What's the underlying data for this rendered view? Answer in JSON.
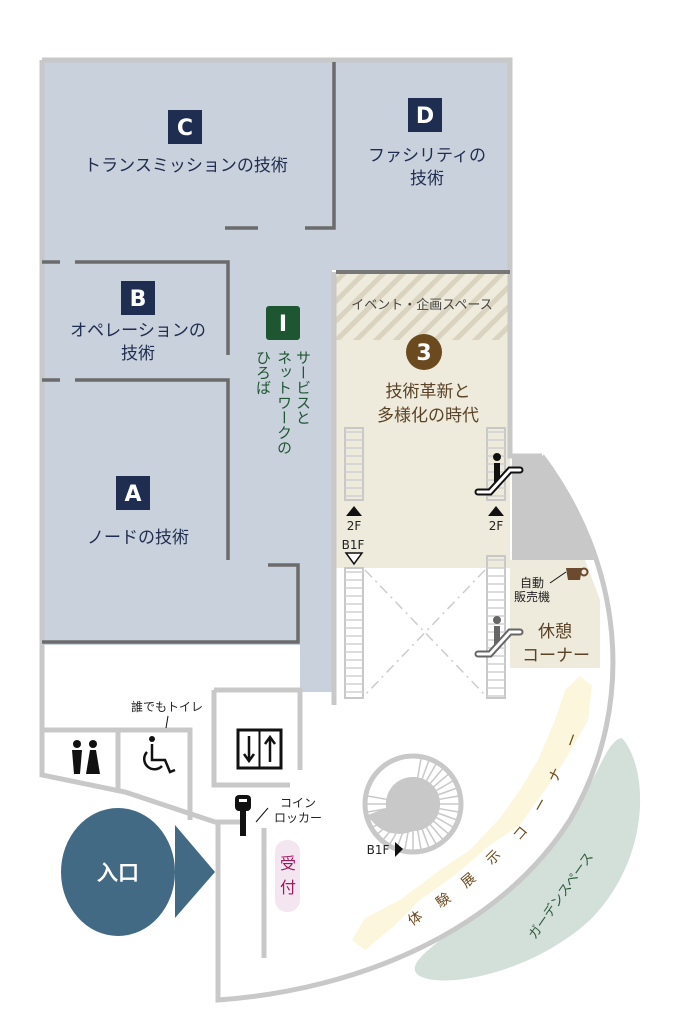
{
  "zones": {
    "C": {
      "letter": "C",
      "name": "トランスミッションの技術"
    },
    "D": {
      "letter": "D",
      "name_line1": "ファシリティの",
      "name_line2": "技術"
    },
    "B": {
      "letter": "B",
      "name_line1": "オペレーションの",
      "name_line2": "技術"
    },
    "A": {
      "letter": "A",
      "name": "ノードの技術"
    },
    "I": {
      "letter": "I",
      "name_col1": "サービスと",
      "name_col2": "ネットワークの",
      "name_col3": "ひろば"
    },
    "3": {
      "number": "3",
      "name_line1": "技術革新と",
      "name_line2": "多様化の時代",
      "event_space": "イベント・企画スペース"
    }
  },
  "facilities": {
    "escalator_up_left": "2F",
    "escalator_up_right": "2F",
    "escalator_down_left": "B1F",
    "stairs_down": "B1F",
    "vending_line1": "自動",
    "vending_line2": "販売機",
    "rest_line1": "休憩",
    "rest_line2": "コーナー",
    "accessible_toilet": "誰でもトイレ",
    "locker_line1": "コイン",
    "locker_line2": "ロッカー",
    "reception_line1": "受",
    "reception_line2": "付",
    "entrance": "入口",
    "exhibit_corner": [
      "体",
      "験",
      "展",
      "示",
      "コ",
      "ー",
      "ナ",
      "ー"
    ],
    "garden": "ガーデンスペース"
  },
  "colors": {
    "zone_fill": "#c9d1dc",
    "navy": "#1f2d50",
    "green": "#1e5631",
    "brown": "#6b4a1f",
    "beige": "#eeeadc",
    "entrance": "#436a84",
    "reception": "#a0185f",
    "garden": "#d3e0da",
    "exhibit": "#fbf6dc"
  },
  "icons": [
    "toilet-icon",
    "wheelchair-icon",
    "elevator-icon",
    "key-icon",
    "coffee-cup-icon",
    "escalator-icon",
    "spiral-stairs-icon",
    "arrow-right-icon"
  ]
}
